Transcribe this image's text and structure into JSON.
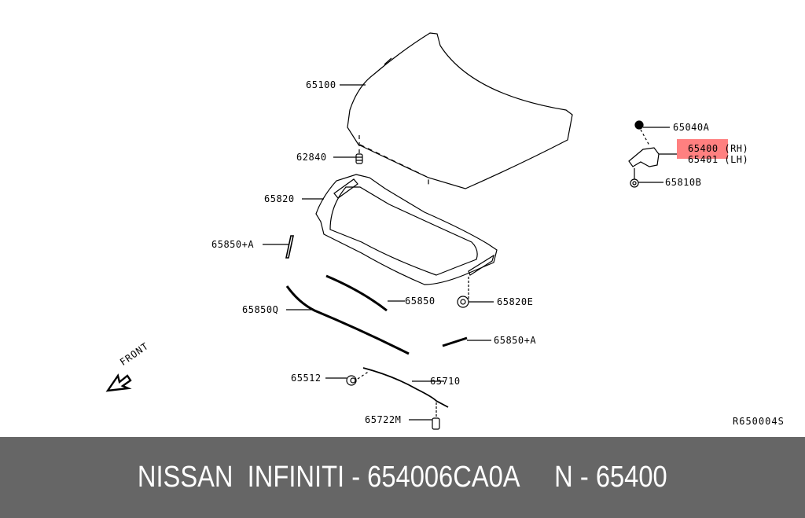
{
  "diagram": {
    "title_ref": "R650004S",
    "front_label": "FRONT",
    "highlight_color": "#ff8080",
    "parts": [
      {
        "id": "65100",
        "desc": "hood"
      },
      {
        "id": "62840",
        "desc": "bumper rubber"
      },
      {
        "id": "65820",
        "desc": "hood insulator"
      },
      {
        "id": "65850+A",
        "desc": "seal (left)"
      },
      {
        "id": "65850",
        "desc": "seal"
      },
      {
        "id": "65850Q",
        "desc": "front seal"
      },
      {
        "id": "65820E",
        "desc": "clip"
      },
      {
        "id": "65850+A",
        "desc": "seal (right)"
      },
      {
        "id": "65512",
        "desc": "grommet"
      },
      {
        "id": "65710",
        "desc": "support rod"
      },
      {
        "id": "65722M",
        "desc": "clip"
      },
      {
        "id": "65040A",
        "desc": "bolt"
      },
      {
        "id": "65400 (RH)",
        "desc": "hinge right, highlighted"
      },
      {
        "id": "65401 (LH)",
        "desc": "hinge left"
      },
      {
        "id": "65810B",
        "desc": "nut"
      }
    ],
    "labels": {
      "p65100": "65100",
      "p62840": "62840",
      "p65820": "65820",
      "p65850a_left": "65850+A",
      "p65850": "65850",
      "p65850q": "65850Q",
      "p65820e": "65820E",
      "p65850a_right": "65850+A",
      "p65512": "65512",
      "p65710": "65710",
      "p65722m": "65722M",
      "p65040a": "65040A",
      "p65400": "65400 (RH)",
      "p65401": "65401 (LH)",
      "p65810b": "65810B"
    }
  },
  "footer": {
    "text": "NISSAN  INFINITI - 654006CA0A     N - 65400",
    "background": "#666666"
  }
}
